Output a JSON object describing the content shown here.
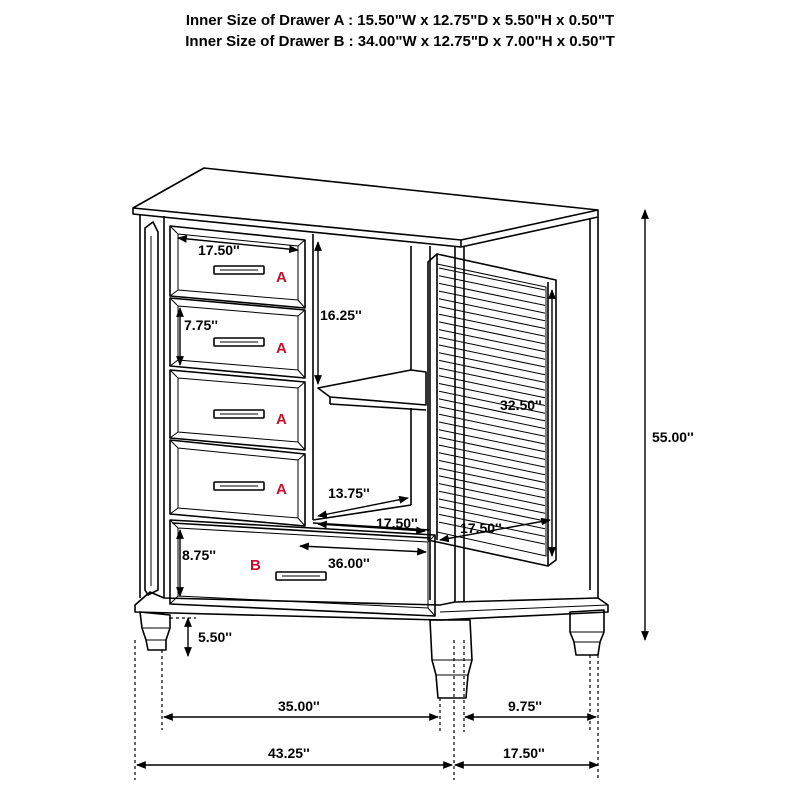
{
  "header": {
    "drawer_a": "Inner Size of Drawer A : 15.50\"W x 12.75\"D x 5.50\"H x 0.50\"T",
    "drawer_b": "Inner Size of Drawer B : 34.00\"W x 12.75\"D x 7.00\"H x 0.50\"T"
  },
  "dimensions": {
    "drawer_width": "17.50''",
    "drawer_height_a": "7.75''",
    "shelf_height": "16.25''",
    "door_height": "32.50''",
    "overall_height": "55.00''",
    "shelf_depth": "13.75''",
    "cabinet_width": "17.50''",
    "door_width": "17.50''",
    "drawer_b_height": "8.75''",
    "drawer_b_width": "36.00''",
    "leg_height": "5.50''",
    "front_width_inner": "35.00''",
    "side_depth_inner": "9.75''",
    "overall_width": "43.25''",
    "overall_depth": "17.50''"
  },
  "drawer_labels": {
    "a1": "A",
    "a2": "A",
    "a3": "A",
    "a4": "A",
    "b": "B"
  },
  "colors": {
    "line": "#000000",
    "drawer_label": "#c8102e"
  }
}
